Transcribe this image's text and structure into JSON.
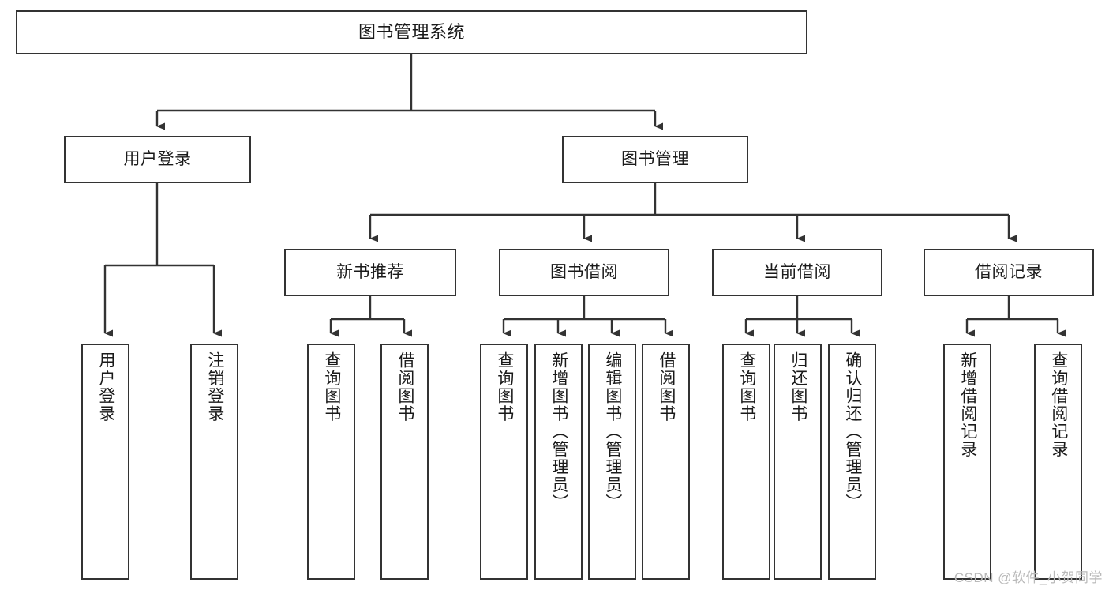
{
  "diagram": {
    "title": "图书管理系统",
    "watermark": "CSDN @软件_小贺同学",
    "colors": {
      "stroke": "#333333",
      "fill": "#ffffff",
      "text": "#1a1a1a",
      "watermark": "#b9b9b9"
    },
    "nodes": {
      "root": {
        "label": "图书管理系统"
      },
      "level1": [
        {
          "id": "user-login",
          "label": "用户登录"
        },
        {
          "id": "book-management",
          "label": "图书管理"
        }
      ],
      "level2": [
        {
          "id": "new-book-recommend",
          "label": "新书推荐",
          "parent": "book-management"
        },
        {
          "id": "book-borrow",
          "label": "图书借阅",
          "parent": "book-management"
        },
        {
          "id": "current-borrow",
          "label": "当前借阅",
          "parent": "book-management"
        },
        {
          "id": "borrow-record",
          "label": "借阅记录",
          "parent": "book-management"
        }
      ],
      "leaves": [
        {
          "id": "leaf-user-login",
          "label": "用户登录",
          "parent": "user-login"
        },
        {
          "id": "leaf-logout",
          "label": "注销登录",
          "parent": "user-login"
        },
        {
          "id": "leaf-query-book-rec",
          "label": "查询图书",
          "parent": "new-book-recommend"
        },
        {
          "id": "leaf-borrow-book-rec",
          "label": "借阅图书",
          "parent": "new-book-recommend"
        },
        {
          "id": "leaf-query-book-br",
          "label": "查询图书",
          "parent": "book-borrow"
        },
        {
          "id": "leaf-add-book",
          "label": "新增图书（管理员）",
          "parent": "book-borrow"
        },
        {
          "id": "leaf-edit-book",
          "label": "编辑图书（管理员）",
          "parent": "book-borrow"
        },
        {
          "id": "leaf-borrow-book-br",
          "label": "借阅图书",
          "parent": "book-borrow"
        },
        {
          "id": "leaf-query-book-cb",
          "label": "查询图书",
          "parent": "current-borrow"
        },
        {
          "id": "leaf-return-book",
          "label": "归还图书",
          "parent": "current-borrow"
        },
        {
          "id": "leaf-confirm-return",
          "label": "确认归还（管理员）",
          "parent": "current-borrow"
        },
        {
          "id": "leaf-add-record",
          "label": "新增借阅记录",
          "parent": "borrow-record"
        },
        {
          "id": "leaf-query-record",
          "label": "查询借阅记录",
          "parent": "borrow-record"
        }
      ]
    }
  }
}
